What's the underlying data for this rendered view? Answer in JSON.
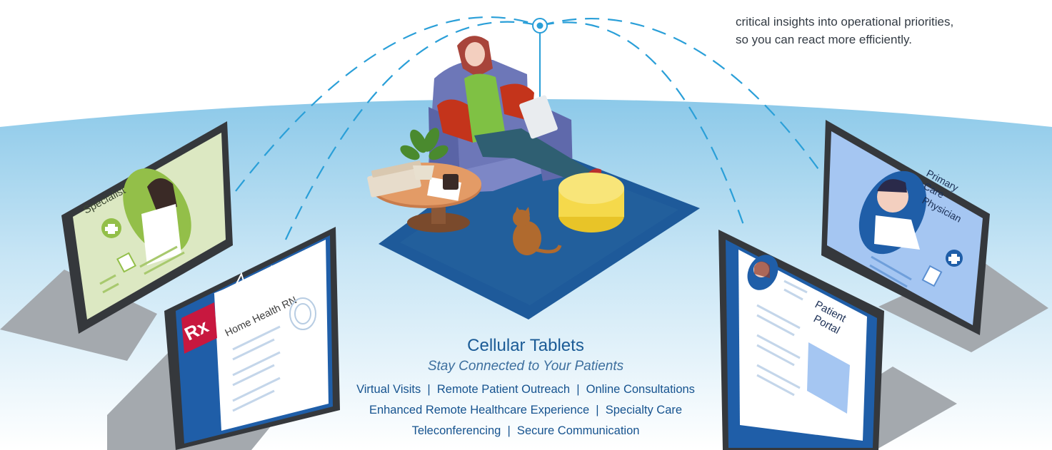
{
  "intro": {
    "lines": [
      "critical insights into operational priorities,",
      "so you can react more efficiently."
    ]
  },
  "tablets": {
    "specialist": "Specialist",
    "home_health": "Home Health RN",
    "rx": "Rx",
    "patient_portal": [
      "Patient",
      "Portal"
    ],
    "primary_care": [
      "Primary",
      "Care",
      "Physician"
    ]
  },
  "caption": {
    "title": "Cellular Tablets",
    "subtitle": "Stay Connected to Your Patients",
    "lines": [
      "Virtual Visits  |  Remote Patient Outreach  |  Online Consultations",
      "Enhanced Remote Healthcare Experience  |  Specialty Care",
      "Teleconferencing  |  Secure Communication"
    ]
  },
  "colors": {
    "sky": "#a9d6ee",
    "rug": "#1e5a9a",
    "signal": "#2a9fd8",
    "accent_red": "#c8183f"
  }
}
